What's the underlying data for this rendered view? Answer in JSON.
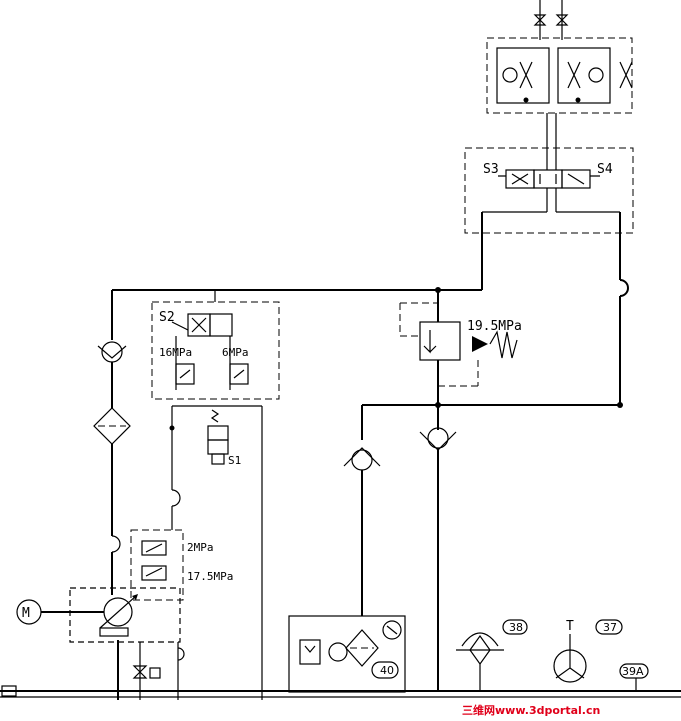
{
  "labels": {
    "s1": "S1",
    "s2": "S2",
    "s3": "S3",
    "s4": "S4",
    "p_relief_main": "19.5MPa",
    "p_16": "16MPa",
    "p_6": "6MPa",
    "p_2": "2MPa",
    "p_175": "17.5MPa",
    "motor": "M",
    "ref_40": "40",
    "ref_38": "38",
    "ref_37": "37",
    "ref_39a": "39A",
    "tank_t": "T"
  },
  "watermark": "三维网www.3dportal.cn",
  "colors": {
    "line": "#000000",
    "background": "#ffffff",
    "watermark": "#e0001a"
  },
  "icons": [
    "motor-icon",
    "check-valve-icon",
    "filter-icon",
    "relief-valve-icon",
    "directional-valve-icon",
    "pressure-gauge-icon",
    "thermometer-icon",
    "cooler-icon",
    "accumulator-icon"
  ]
}
